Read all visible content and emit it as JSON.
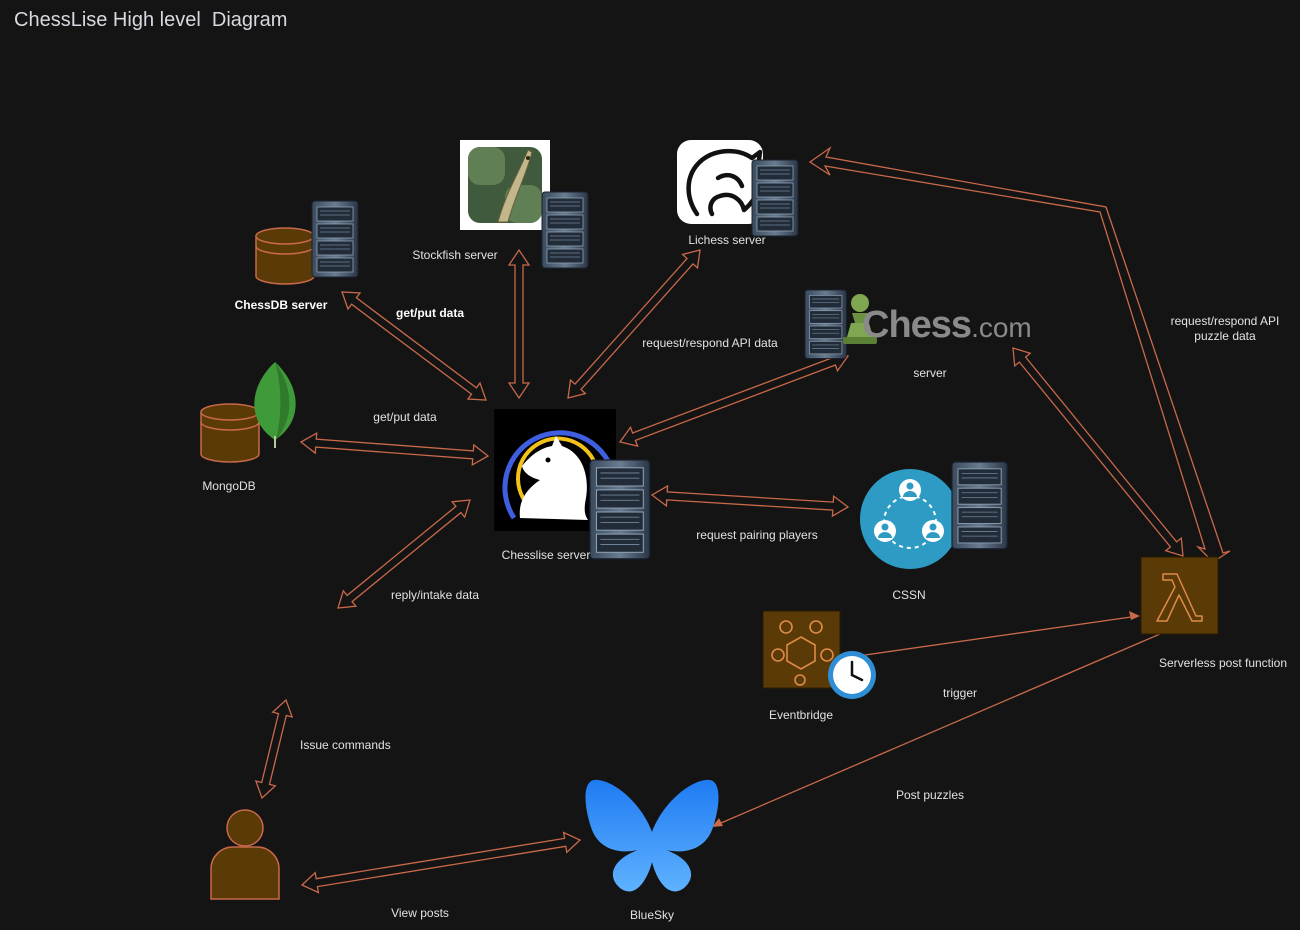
{
  "title": "ChessLise High level  Diagram",
  "nodes": {
    "chessdb": "ChessDB server",
    "mongodb": "MongoDB",
    "stockfish": "Stockfish server",
    "lichess": "Lichess server",
    "chesscom_logo": "Chess",
    "chesscom_logo_suffix": ".com",
    "chesscom": "server",
    "chesslise": "Chesslise server",
    "cssn": "CSSN",
    "eventbridge": "Eventbridge",
    "lambda": "Serverless post function",
    "bluesky": "BlueSky"
  },
  "edges": {
    "get_put_bold": "get/put data",
    "get_put": "get/put data",
    "request_api": "request/respond API data",
    "request_api_puzzle": "request/respond API puzzle data",
    "pairing": "request pairing players",
    "reply_intake": "reply/intake data",
    "issue_commands": "Issue commands",
    "trigger": "trigger",
    "post_puzzles": "Post puzzles",
    "view_posts": "View posts"
  },
  "colors": {
    "background": "#141414",
    "arrow": "#c8694a",
    "resource_fill": "#5a3a06",
    "resource_stroke": "#c8694a",
    "cssn": "#2d9bc3",
    "bluesky": "#3b8ff7",
    "mongo_leaf": "#3f9b3a"
  }
}
